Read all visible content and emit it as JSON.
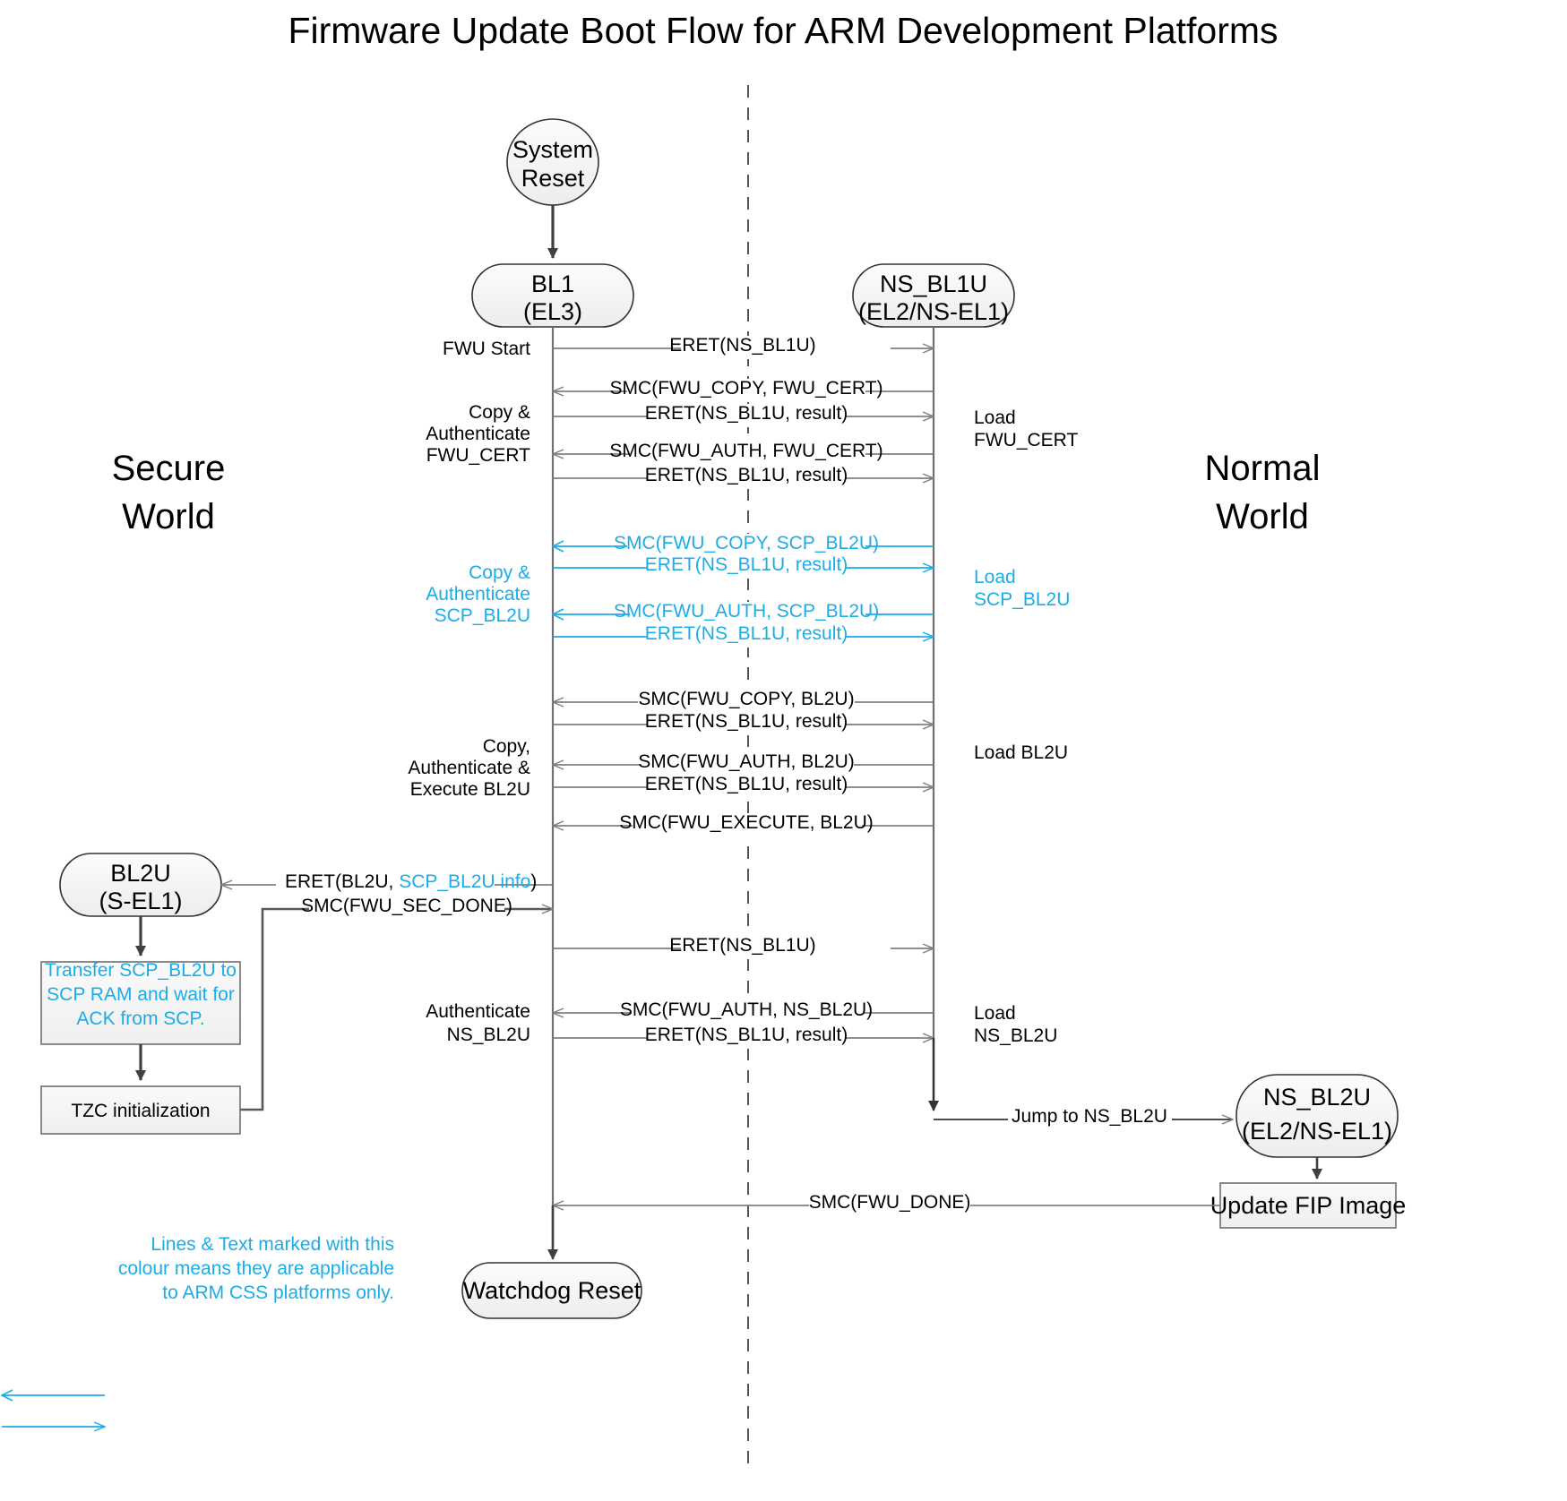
{
  "title": "Firmware Update Boot Flow for ARM Development Platforms",
  "colors": {
    "accent_cyan": "#1CACE8",
    "line_dark": "#404040",
    "line_gray": "#7F7F7F",
    "node_fill": "#F2F2F2",
    "text": "#000000"
  },
  "worlds": {
    "secure_line1": "Secure",
    "secure_line2": "World",
    "normal_line1": "Normal",
    "normal_line2": "World"
  },
  "nodes": {
    "system_reset": {
      "line1": "System",
      "line2": "Reset"
    },
    "bl1": {
      "line1": "BL1",
      "line2": "(EL3)"
    },
    "ns_bl1u": {
      "line1": "NS_BL1U",
      "line2": "(EL2/NS-EL1)"
    },
    "bl2u": {
      "line1": "BL2U",
      "line2": "(S-EL1)"
    },
    "ns_bl2u": {
      "line1": "NS_BL2U",
      "line2": "(EL2/NS-EL1)"
    },
    "watchdog_reset": {
      "line1": "Watchdog Reset"
    }
  },
  "process_boxes": {
    "transfer_scp": {
      "line1": "Transfer SCP_BL2U to",
      "line2": "SCP RAM and wait for",
      "line3": "ACK from SCP."
    },
    "tzc_init": {
      "line1": "TZC initialization"
    },
    "update_fip": {
      "line1": "Update FIP Image"
    }
  },
  "left_labels": [
    {
      "id": "fwu-start",
      "lines": [
        "FWU Start"
      ],
      "color": "black"
    },
    {
      "id": "copy-auth-fwu-cert",
      "lines": [
        "Copy &",
        "Authenticate",
        "FWU_CERT"
      ],
      "color": "black"
    },
    {
      "id": "copy-auth-scp-bl2u",
      "lines": [
        "Copy &",
        "Authenticate",
        "SCP_BL2U"
      ],
      "color": "cyan"
    },
    {
      "id": "copy-auth-exec-bl2u",
      "lines": [
        "Copy,",
        "Authenticate &",
        "Execute BL2U"
      ],
      "color": "black"
    },
    {
      "id": "authenticate-ns-bl2u",
      "lines": [
        "Authenticate",
        "NS_BL2U"
      ],
      "color": "black"
    }
  ],
  "right_labels": [
    {
      "id": "load-fwu-cert",
      "lines": [
        "Load",
        "FWU_CERT"
      ],
      "color": "black"
    },
    {
      "id": "load-scp-bl2u",
      "lines": [
        "Load",
        "SCP_BL2U"
      ],
      "color": "cyan"
    },
    {
      "id": "load-bl2u",
      "lines": [
        "Load BL2U"
      ],
      "color": "black"
    },
    {
      "id": "load-ns-bl2u",
      "lines": [
        "Load",
        "NS_BL2U"
      ],
      "color": "black"
    }
  ],
  "messages": [
    {
      "id": "m1",
      "label": "ERET(NS_BL1U)",
      "dir": "right",
      "color": "black"
    },
    {
      "id": "m2",
      "label": "SMC(FWU_COPY, FWU_CERT)",
      "dir": "left",
      "color": "black"
    },
    {
      "id": "m3",
      "label": "ERET(NS_BL1U, result)",
      "dir": "right",
      "color": "black"
    },
    {
      "id": "m4",
      "label": "SMC(FWU_AUTH, FWU_CERT)",
      "dir": "left",
      "color": "black"
    },
    {
      "id": "m5",
      "label": "ERET(NS_BL1U, result)",
      "dir": "right",
      "color": "black"
    },
    {
      "id": "m6",
      "label": "SMC(FWU_COPY, SCP_BL2U)",
      "dir": "left",
      "color": "cyan"
    },
    {
      "id": "m7",
      "label": "ERET(NS_BL1U, result)",
      "dir": "right",
      "color": "cyan"
    },
    {
      "id": "m8",
      "label": "SMC(FWU_AUTH, SCP_BL2U)",
      "dir": "left",
      "color": "cyan"
    },
    {
      "id": "m9",
      "label": "ERET(NS_BL1U, result)",
      "dir": "right",
      "color": "cyan"
    },
    {
      "id": "m10",
      "label": "SMC(FWU_COPY, BL2U)",
      "dir": "left",
      "color": "black"
    },
    {
      "id": "m11",
      "label": "ERET(NS_BL1U, result)",
      "dir": "right",
      "color": "black"
    },
    {
      "id": "m12",
      "label": "SMC(FWU_AUTH, BL2U)",
      "dir": "left",
      "color": "black"
    },
    {
      "id": "m13",
      "label": "ERET(NS_BL1U, result)",
      "dir": "right",
      "color": "black"
    },
    {
      "id": "m14",
      "label": "SMC(FWU_EXECUTE, BL2U)",
      "dir": "left",
      "color": "black"
    },
    {
      "id": "m17",
      "label": "ERET(NS_BL1U)",
      "dir": "right",
      "color": "black"
    },
    {
      "id": "m18",
      "label": "SMC(FWU_AUTH, NS_BL2U)",
      "dir": "left",
      "color": "black"
    },
    {
      "id": "m19",
      "label": "ERET(NS_BL1U, result)",
      "dir": "right",
      "color": "black"
    }
  ],
  "bl2u_messages": {
    "eret_bl2u_prefix": "ERET(BL2U, ",
    "eret_bl2u_cyan": "SCP_BL2U info",
    "eret_bl2u_suffix": ")",
    "smc_fwu_sec_done": "SMC(FWU_SEC_DONE)"
  },
  "tail_messages": {
    "jump_to_ns_bl2u": "Jump to NS_BL2U",
    "smc_fwu_done": "SMC(FWU_DONE)"
  },
  "legend": {
    "line1": "Lines & Text marked with this",
    "line2": "colour means they are applicable",
    "line3": "to ARM CSS platforms only."
  }
}
